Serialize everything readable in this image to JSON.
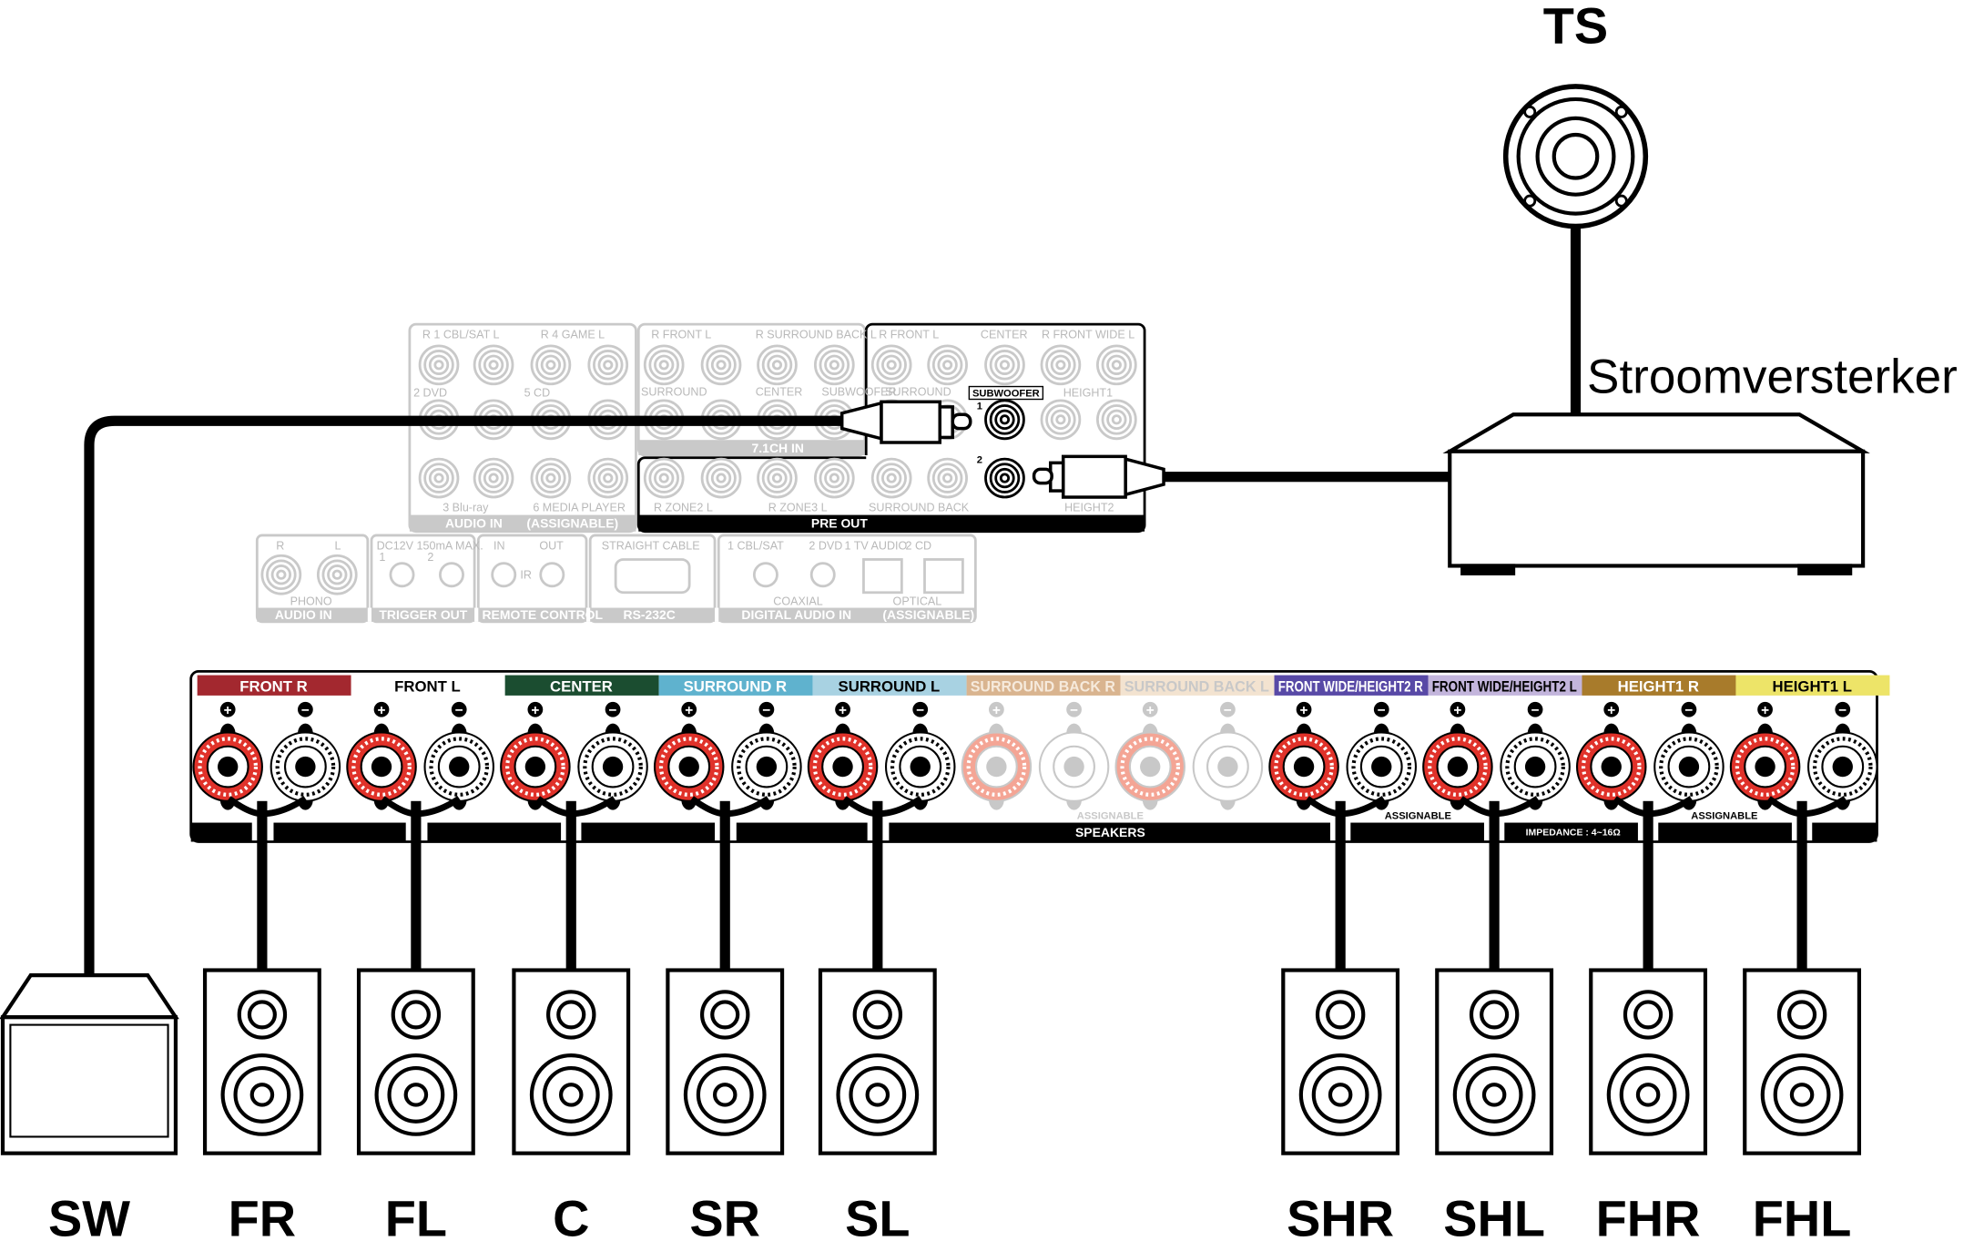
{
  "labels": {
    "tweeter": "TS",
    "amplifier": "Stroomversterker",
    "speakers": [
      "SW",
      "FR",
      "FL",
      "C",
      "SR",
      "SL",
      "SHR",
      "SHL",
      "FHR",
      "FHL"
    ]
  },
  "rear_panel": {
    "audio_in": {
      "r1": "R 1 CBL/SAT L",
      "r2": "R 4 GAME L",
      "dvd": "2 DVD",
      "cd": "5 CD",
      "bluray": "3 Blu-ray",
      "media": "6 MEDIA PLAYER",
      "title": "AUDIO IN",
      "assign": "(ASSIGNABLE)"
    },
    "ch71": {
      "front": "R FRONT L",
      "sb": "R SURROUND BACK L",
      "surround": "SURROUND",
      "center": "CENTER",
      "sub": "SUBWOOFER",
      "title": "7.1CH IN"
    },
    "pre_out": {
      "front": "R FRONT L",
      "center": "CENTER",
      "fw": "R FRONT WIDE L",
      "surround": "SURROUND",
      "subwoofer": "SUBWOOFER",
      "height1": "HEIGHT1",
      "n1": "1",
      "n2": "2",
      "zone2": "R ZONE2 L",
      "zone3": "R ZONE3 L",
      "sb": "SURROUND BACK",
      "height2": "HEIGHT2",
      "title": "PRE OUT"
    },
    "phono": {
      "r": "R",
      "l": "L",
      "label": "PHONO",
      "title": "AUDIO IN"
    },
    "trigger": {
      "spec": "DC12V 150mA MAX.",
      "n1": "1",
      "n2": "2",
      "title": "TRIGGER OUT"
    },
    "remote": {
      "in": "IN",
      "out": "OUT",
      "ir": "IR",
      "title": "REMOTE CONTROL"
    },
    "rs232": {
      "cable": "STRAIGHT CABLE",
      "title": "RS-232C"
    },
    "digital": {
      "c1": "1 CBL/SAT",
      "c2": "2 DVD",
      "o1": "1 TV AUDIO",
      "o2": "2 CD",
      "coax": "COAXIAL",
      "optical": "OPTICAL",
      "title": "DIGITAL AUDIO IN",
      "assign": "(ASSIGNABLE)"
    }
  },
  "speaker_panel": {
    "channels": [
      {
        "label": "FRONT R",
        "bg": "#a3282f",
        "fg": "#ffffff",
        "active": true
      },
      {
        "label": "FRONT L",
        "bg": "#ffffff",
        "fg": "#000000",
        "active": true
      },
      {
        "label": "CENTER",
        "bg": "#1b4d30",
        "fg": "#ffffff",
        "active": true
      },
      {
        "label": "SURROUND R",
        "bg": "#5fb2ce",
        "fg": "#ffffff",
        "active": true
      },
      {
        "label": "SURROUND L",
        "bg": "#a8d2e2",
        "fg": "#000000",
        "active": true
      },
      {
        "label": "SURROUND BACK R",
        "bg": "#d9b48f",
        "fg": "#f6eadc",
        "active": false
      },
      {
        "label": "SURROUND BACK L",
        "bg": "#f3e3d0",
        "fg": "#c8c8c8",
        "active": false
      },
      {
        "label": "FRONT WIDE/HEIGHT2 R",
        "bg": "#5849a6",
        "fg": "#ffffff",
        "active": true
      },
      {
        "label": "FRONT WIDE/HEIGHT2 L",
        "bg": "#c3b5dc",
        "fg": "#000000",
        "active": true
      },
      {
        "label": "HEIGHT1 R",
        "bg": "#a87b2b",
        "fg": "#ffffff",
        "active": true
      },
      {
        "label": "HEIGHT1 L",
        "bg": "#ede468",
        "fg": "#000000",
        "active": true
      }
    ],
    "plus": "+",
    "minus": "−",
    "speakers_label": "SPEAKERS",
    "assignable": "ASSIGNABLE",
    "impedance": "IMPEDANCE : 4~16Ω"
  },
  "colors": {
    "terminal_red": "#e0322a",
    "faded_red": "#f4a595",
    "panel_gray": "#c9c9c9"
  }
}
